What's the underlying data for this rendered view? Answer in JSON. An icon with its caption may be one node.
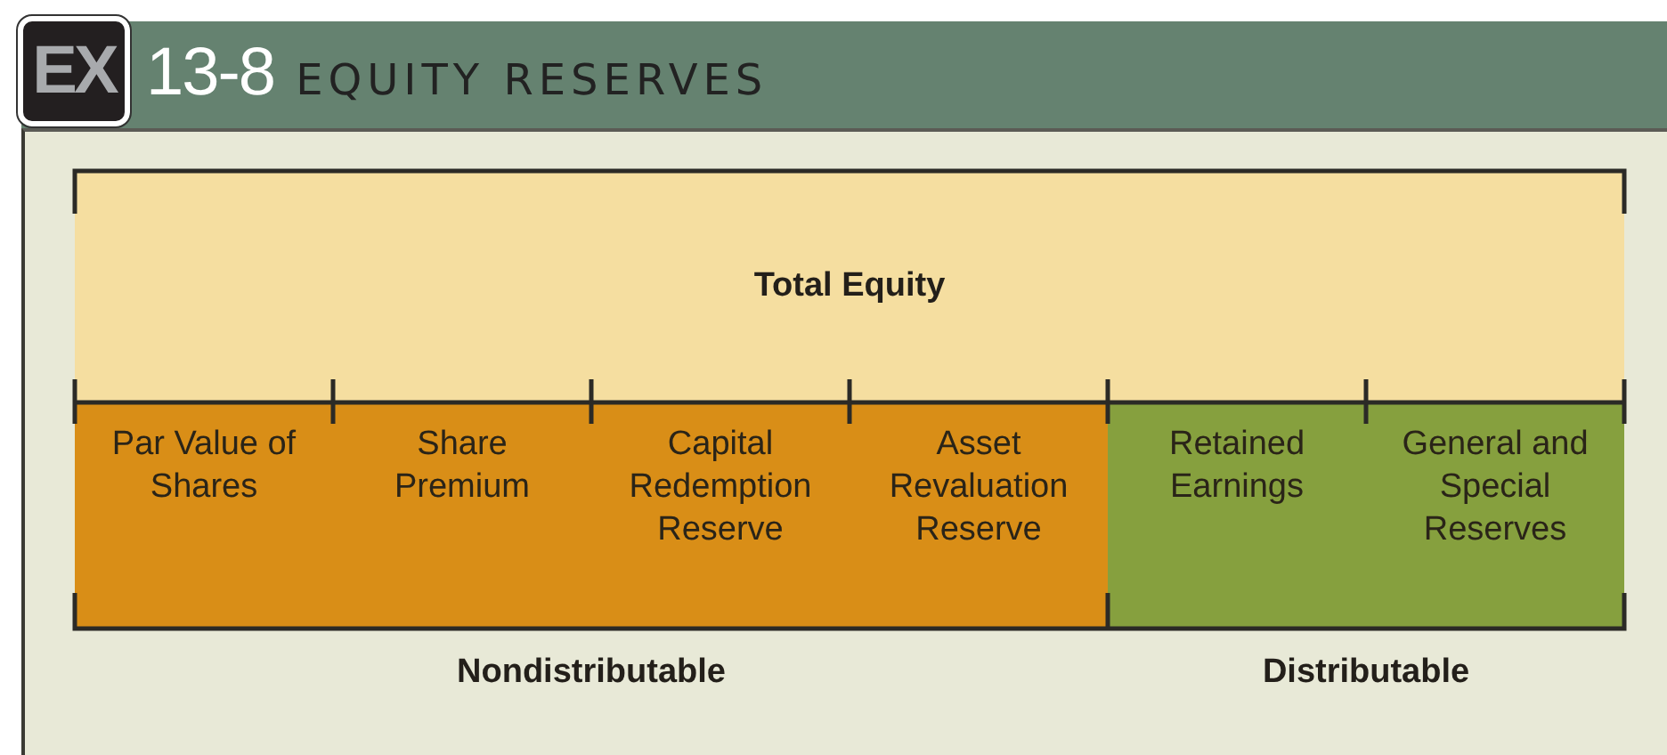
{
  "diagram": {
    "title": "13-8 EQUITY RESERVES",
    "nodes": [
      {
        "text": [
          "Total Equity"
        ]
      },
      {
        "text": [
          "Par Value of Shares"
        ]
      },
      {
        "text": [
          "Share Premium"
        ]
      },
      {
        "text": [
          "Capital Redemption Reserve"
        ]
      },
      {
        "text": [
          "Asset Revaluation Reserve"
        ]
      },
      {
        "text": [
          "Retained Earnings"
        ]
      },
      {
        "text": [
          "General and Special Reserves"
        ]
      }
    ],
    "labels": [
      "EX",
      "Nondistributable",
      "Distributable"
    ]
  }
}
